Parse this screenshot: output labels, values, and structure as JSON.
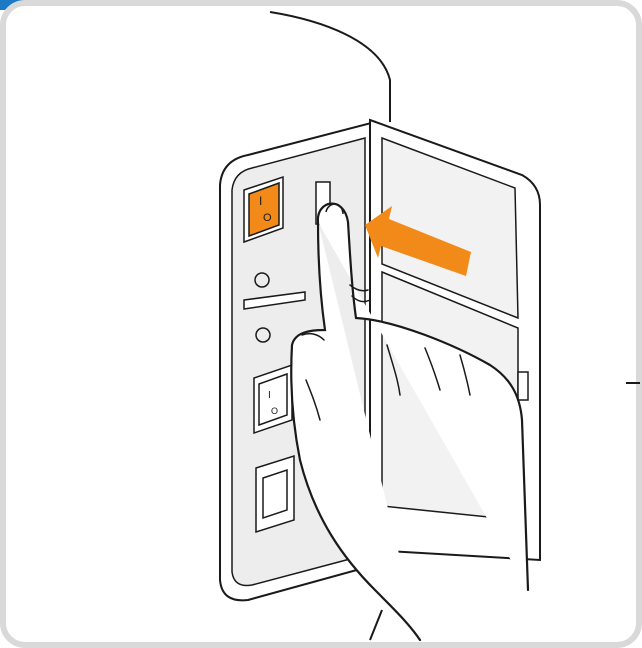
{
  "colors": {
    "frame_border": "#d9d9d9",
    "frame_fill": "#ffffff",
    "corner_tab": "#1b79c6",
    "switch_orange": "#f28a1a",
    "arrow_orange": "#f28a1a",
    "outline": "#1a1a1a",
    "panel_gray": "#e6e6e6"
  },
  "icons": {
    "corner_tab": "blue-corner-tab",
    "power_switch": "power-rocker-switch-icon",
    "secondary_switch": "rocker-switch-icon",
    "arrow": "left-arrow-icon",
    "hand": "pointing-finger-icon"
  },
  "switch_symbols": {
    "on": "I",
    "off": "O"
  }
}
